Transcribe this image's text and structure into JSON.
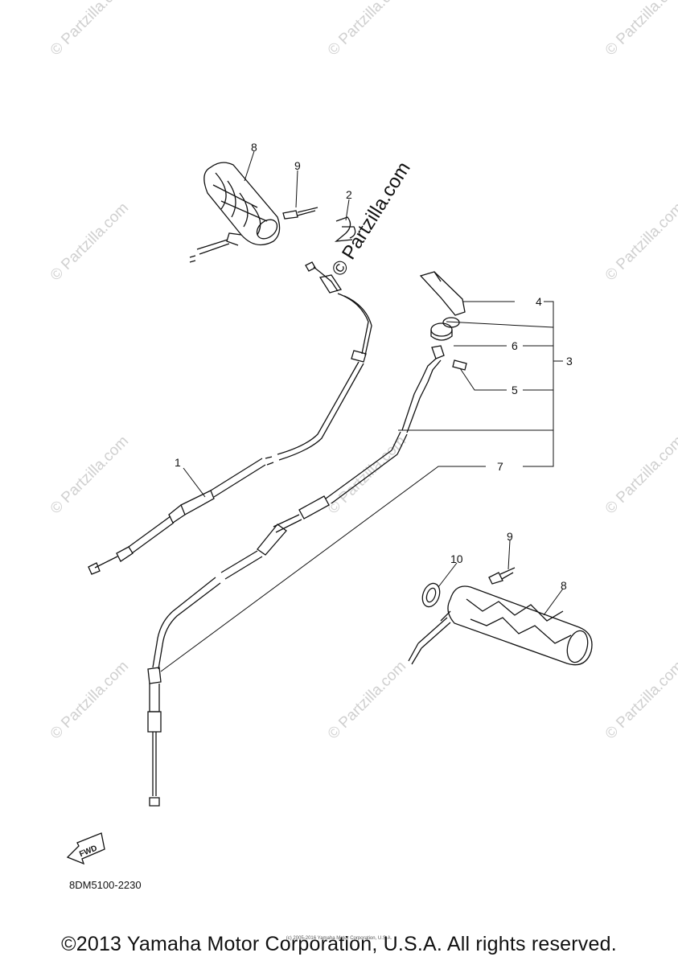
{
  "diagram": {
    "callouts": {
      "c1": "1",
      "c2": "2",
      "c3": "3",
      "c4": "4",
      "c5": "5",
      "c6": "6",
      "c7": "7",
      "c8a": "8",
      "c8b": "8",
      "c9a": "9",
      "c9b": "9",
      "c10": "10"
    },
    "fwd_label": "FWD",
    "part_code": "8DM5100-2230"
  },
  "watermark": {
    "text": "© Partzilla.com",
    "small": "© Partzilla.com"
  },
  "footer": {
    "copyright": "©2013 Yamaha Motor Corporation, U.S.A. All rights reserved.",
    "small_copyright": "(c) 2005-2016 Yamaha Motor Corporation, U.S.A."
  }
}
